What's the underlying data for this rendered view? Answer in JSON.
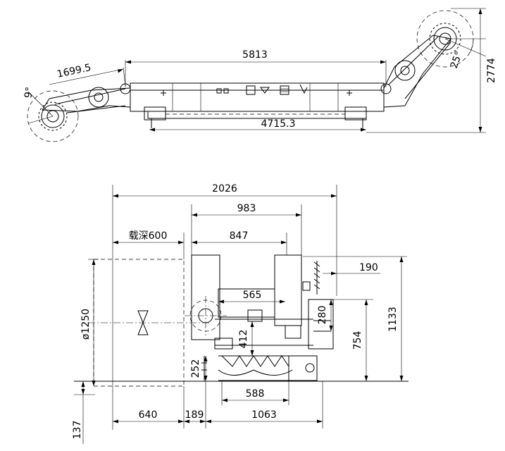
{
  "top_view": {
    "overall_length": "5813",
    "track_length": "4715.3",
    "arm_length": "1699.5",
    "height": "2774",
    "angle_left": "9°",
    "angle_right": "25°"
  },
  "front_view": {
    "overall_width": "2026",
    "width_983": "983",
    "width_847": "847",
    "load_width": "载深600",
    "width_565": "565",
    "width_588": "588",
    "offset_190": "190",
    "height_280": "280",
    "height_1133": "1133",
    "height_754": "754",
    "height_412": "412",
    "height_252": "252",
    "diameter": "ø1250",
    "width_640": "640",
    "width_189": "189",
    "width_1063": "1063",
    "height_137": "137"
  }
}
